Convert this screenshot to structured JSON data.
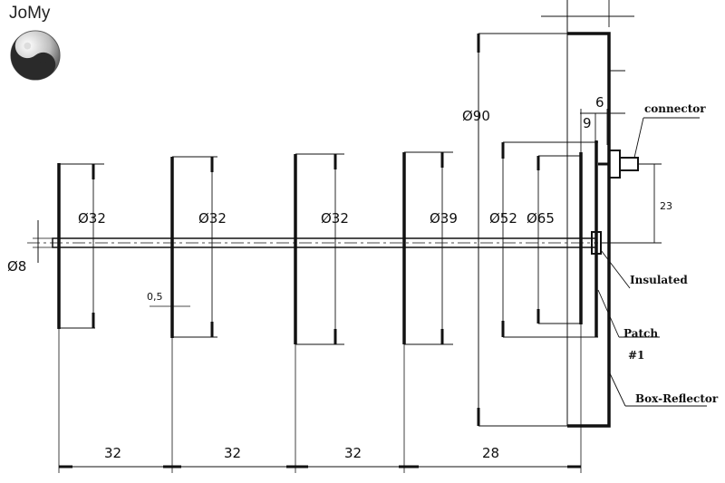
{
  "logo": {
    "text": "JoMy",
    "icon": "yin-yang-icon"
  },
  "diameters": {
    "boom": "Ø8",
    "d1": "Ø32",
    "d2": "Ø32",
    "d3": "Ø32",
    "d4": "Ø39",
    "d5": "Ø52",
    "d6": "Ø65",
    "reflector": "Ø90"
  },
  "spacings": [
    "32",
    "32",
    "32",
    "28"
  ],
  "dims": {
    "thickness": "0,5",
    "gap_a": "6",
    "gap_b": "9",
    "connector_offset": "23"
  },
  "labels": {
    "connector": "connector",
    "insulated": "Insulated",
    "patch": "Patch",
    "patch_no": "#1",
    "box_reflector": "Box-Reflector"
  }
}
